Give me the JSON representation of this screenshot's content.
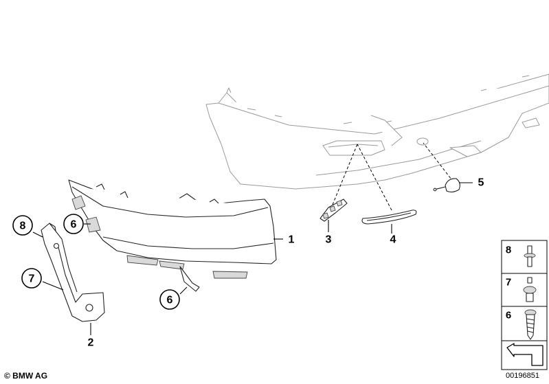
{
  "callouts": {
    "c1": "1",
    "c2": "2",
    "c3": "3",
    "c4": "4",
    "c5": "5",
    "c6a": "6",
    "c6b": "6",
    "c7": "7",
    "c8": "8"
  },
  "legend": {
    "n8": "8",
    "n7": "7",
    "n6": "6"
  },
  "footer": {
    "copyright": "© BMW AG",
    "drawing_number": "00196851"
  }
}
